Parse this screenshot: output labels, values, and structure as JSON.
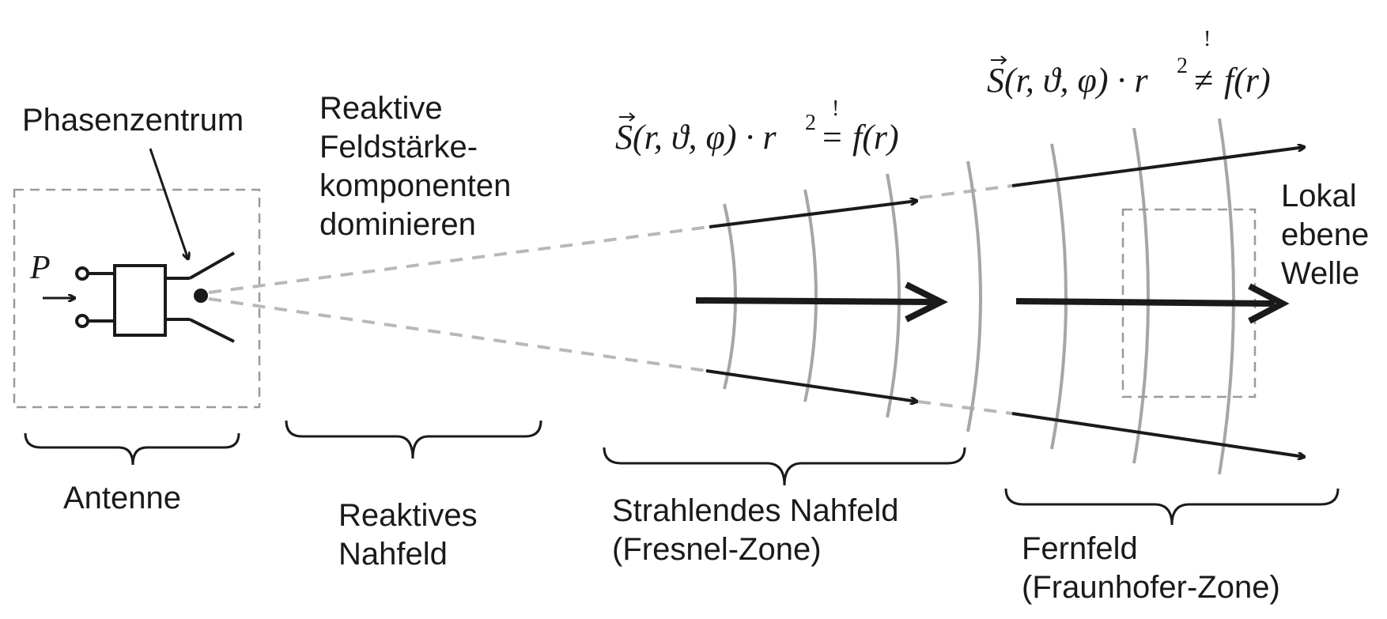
{
  "labels": {
    "phase_center": "Phasenzentrum",
    "reactive_components": [
      "Reaktive",
      "Feldstärke-",
      "komponenten",
      "dominieren"
    ],
    "local_plane_wave": [
      "Lokal",
      "ebene",
      "Welle"
    ],
    "antenna": "Antenne",
    "reactive_nearfield": [
      "Reaktives",
      "Nahfeld"
    ],
    "radiating_nearfield": [
      "Strahlendes Nahfeld",
      "(Fresnel-Zone)"
    ],
    "farfield": [
      "Fernfeld",
      "(Fraunhofer-Zone)"
    ],
    "power_symbol": "P"
  },
  "formulas": {
    "fresnel": {
      "lhs": "S(r, ϑ, φ) · r",
      "exponent": "2",
      "relation": "=",
      "mark": "!",
      "rhs": "f(r)"
    },
    "fraunhofer": {
      "lhs": "S(r, ϑ, φ) · r",
      "exponent": "2",
      "relation": "≠",
      "mark": "!",
      "rhs": "f(r)"
    }
  },
  "colors": {
    "ink": "#1a1a1a",
    "wavefront": "#a6a6a6",
    "dashed_guide": "#b8b8b8",
    "dashed_box": "#9a9a9a"
  }
}
